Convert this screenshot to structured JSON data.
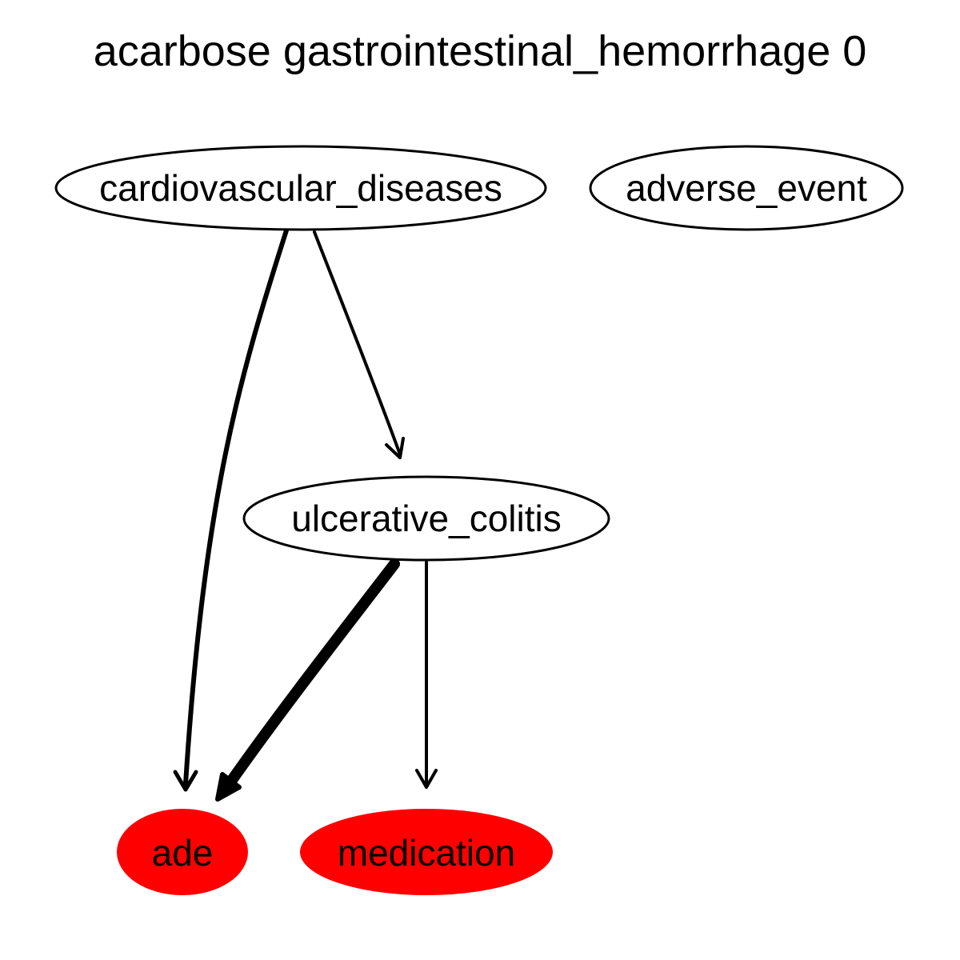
{
  "title": "acarbose gastrointestinal_hemorrhage 0",
  "colors": {
    "highlight_fill": "#ff0000",
    "default_fill": "#ffffff",
    "stroke": "#000000"
  },
  "nodes": [
    {
      "id": "cardiovascular_diseases",
      "label": "cardiovascular_diseases",
      "highlighted": false
    },
    {
      "id": "adverse_event",
      "label": "adverse_event",
      "highlighted": false
    },
    {
      "id": "ulcerative_colitis",
      "label": "ulcerative_colitis",
      "highlighted": false
    },
    {
      "id": "ade",
      "label": "ade",
      "highlighted": true
    },
    {
      "id": "medication",
      "label": "medication",
      "highlighted": true
    }
  ],
  "edges": [
    {
      "from": "cardiovascular_diseases",
      "to": "ade",
      "weight": "medium"
    },
    {
      "from": "cardiovascular_diseases",
      "to": "ulcerative_colitis",
      "weight": "thin"
    },
    {
      "from": "ulcerative_colitis",
      "to": "ade",
      "weight": "heavy"
    },
    {
      "from": "ulcerative_colitis",
      "to": "medication",
      "weight": "thin"
    }
  ]
}
